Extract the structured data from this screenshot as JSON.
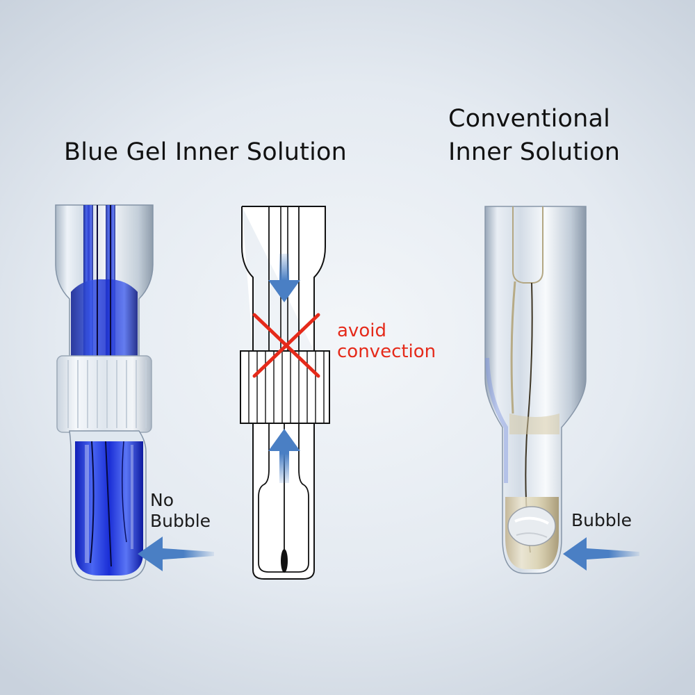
{
  "left_panel": {
    "title": "Blue Gel Inner Solution",
    "callout_line1": "No",
    "callout_line2": "Bubble"
  },
  "center_panel": {
    "annotation_line1": "avoid",
    "annotation_line2": "convection"
  },
  "right_panel": {
    "title_line1": "Conventional",
    "title_line2": "Inner Solution",
    "callout": "Bubble"
  },
  "colors": {
    "arrow": "#4a7fc4",
    "blue_gel": "#1a2fd0",
    "annotation_red": "#e52a1a",
    "cross": "#e52a1a"
  },
  "icons": [
    "left-arrow-icon",
    "down-arrow-icon",
    "up-arrow-icon",
    "cross-mark-icon"
  ]
}
